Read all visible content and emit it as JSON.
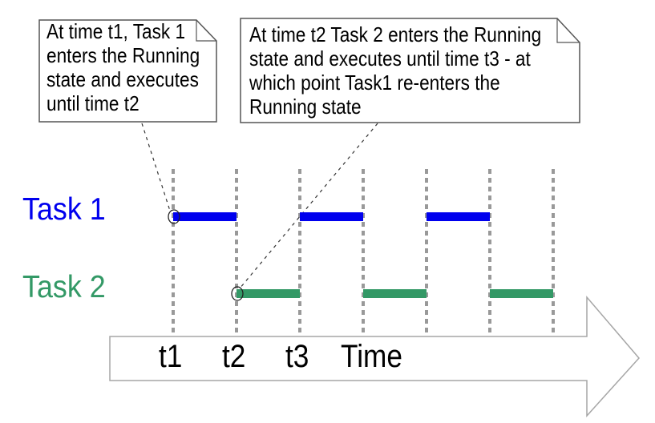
{
  "figure": {
    "background": "#ffffff",
    "description": "Task scheduling timing diagram with two tasks alternating in the Running state"
  },
  "callouts": [
    {
      "text": "At time t1, Task 1\nenters the Running\nstate and executes\nuntil time t2"
    },
    {
      "text": "At time t2 Task 2 enters the Running\nstate and executes until time t3 - at\nwhich point Task1 re-enters the\nRunning state"
    }
  ],
  "tasks": [
    {
      "label": "Task 1",
      "color": "#0000ee",
      "intervals": [
        [
          0,
          1
        ],
        [
          2,
          3
        ],
        [
          4,
          5
        ]
      ]
    },
    {
      "label": "Task 2",
      "color": "#339966",
      "intervals": [
        [
          1,
          2
        ],
        [
          3,
          4
        ],
        [
          5,
          6
        ]
      ]
    }
  ],
  "timeline": {
    "ticks": [
      "t1",
      "t2",
      "t3",
      "",
      "",
      "",
      ""
    ],
    "axis_label": "Time",
    "gridline_color": "#999999",
    "arrow_fill": "#ffffff",
    "arrow_stroke": "#a6a6a6"
  },
  "markers": [
    {
      "task": 0,
      "tick": 0
    },
    {
      "task": 1,
      "tick": 1
    }
  ]
}
